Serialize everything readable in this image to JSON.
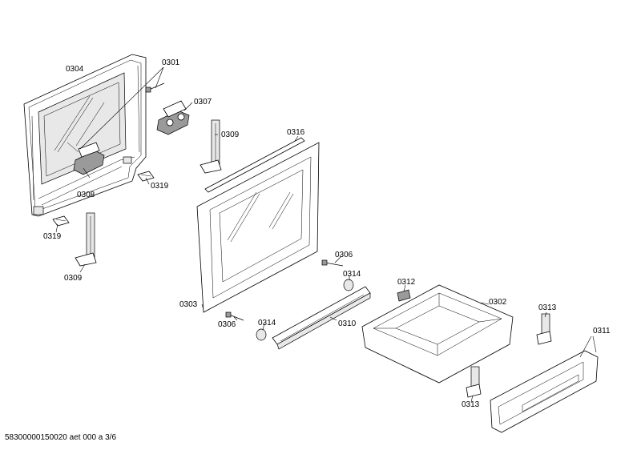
{
  "labels": {
    "l0301": "0301",
    "l0302": "0302",
    "l0303": "0303",
    "l0304": "0304",
    "l0306a": "0306",
    "l0306b": "0306",
    "l0307": "0307",
    "l0308": "0308",
    "l0309a": "0309",
    "l0309b": "0309",
    "l0310": "0310",
    "l0311": "0311",
    "l0312": "0312",
    "l0313a": "0313",
    "l0313b": "0313",
    "l0314a": "0314",
    "l0314b": "0314",
    "l0316": "0316",
    "l0319a": "0319",
    "l0319b": "0319"
  },
  "footer": "58300000150020 aet 000 a 3/6"
}
